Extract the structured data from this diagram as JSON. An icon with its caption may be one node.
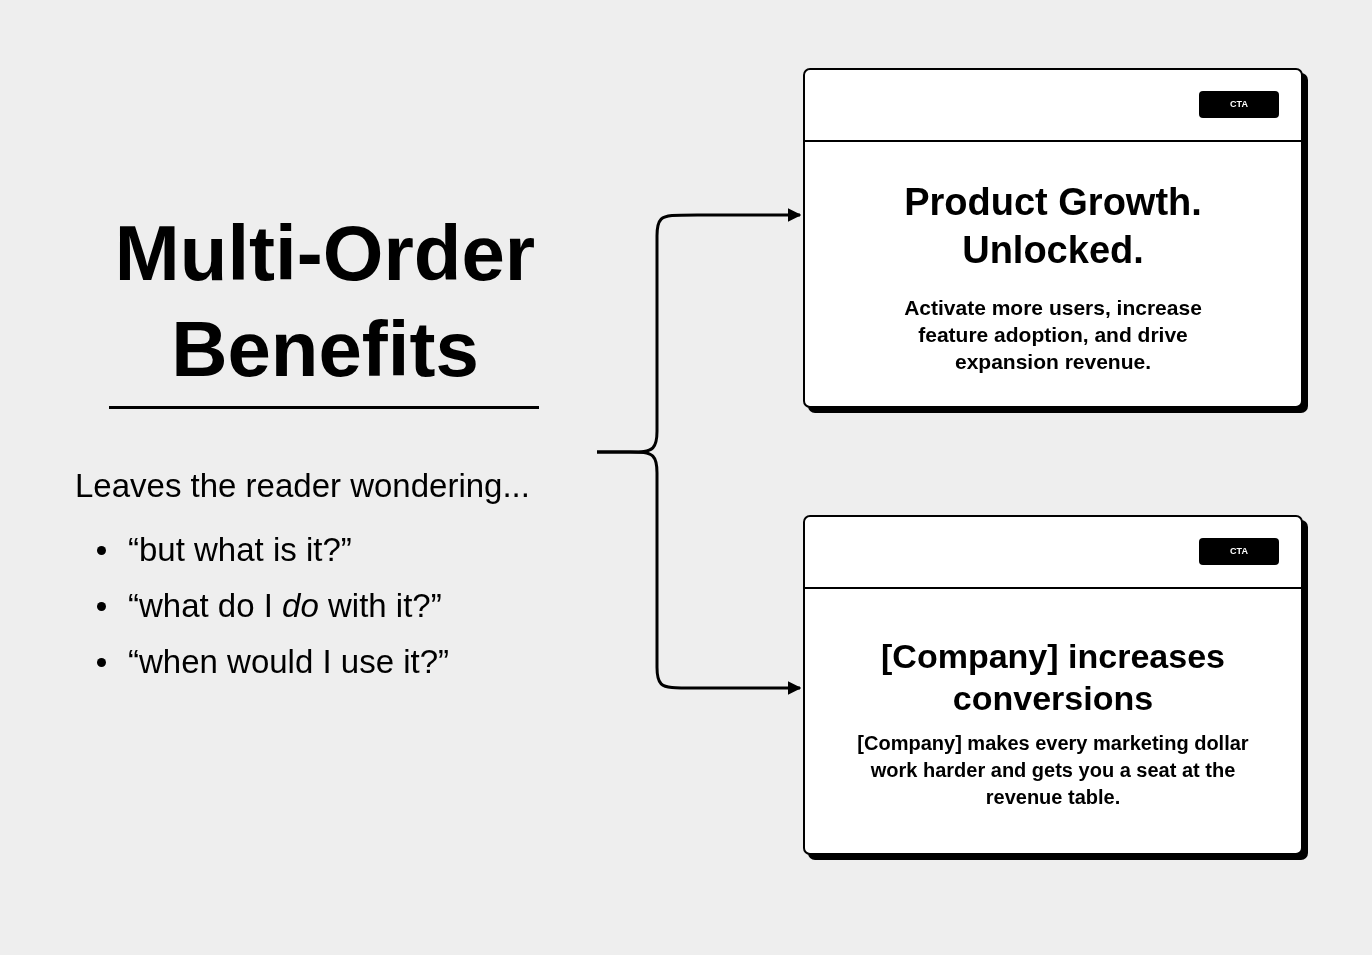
{
  "diagram": {
    "title": "Multi-Order Benefits",
    "nodes": [
      {
        "text": [
          "Leaves the reader wondering...",
          "“but what is it?”",
          "“what do I *do* with it?”",
          "“when would I use it?”"
        ]
      },
      {
        "text": [
          "CTA",
          "Product Growth. Unlocked.",
          "Activate more users, increase feature adoption, and drive expansion revenue."
        ]
      },
      {
        "text": [
          "CTA",
          "[Company] increases conversions",
          "[Company] makes every marketing dollar work harder and gets you a seat at the revenue table."
        ]
      }
    ],
    "edges": [
      {
        "from": 0,
        "to": 1,
        "arrow": "to"
      },
      {
        "from": 0,
        "to": 2,
        "arrow": "to"
      }
    ]
  }
}
